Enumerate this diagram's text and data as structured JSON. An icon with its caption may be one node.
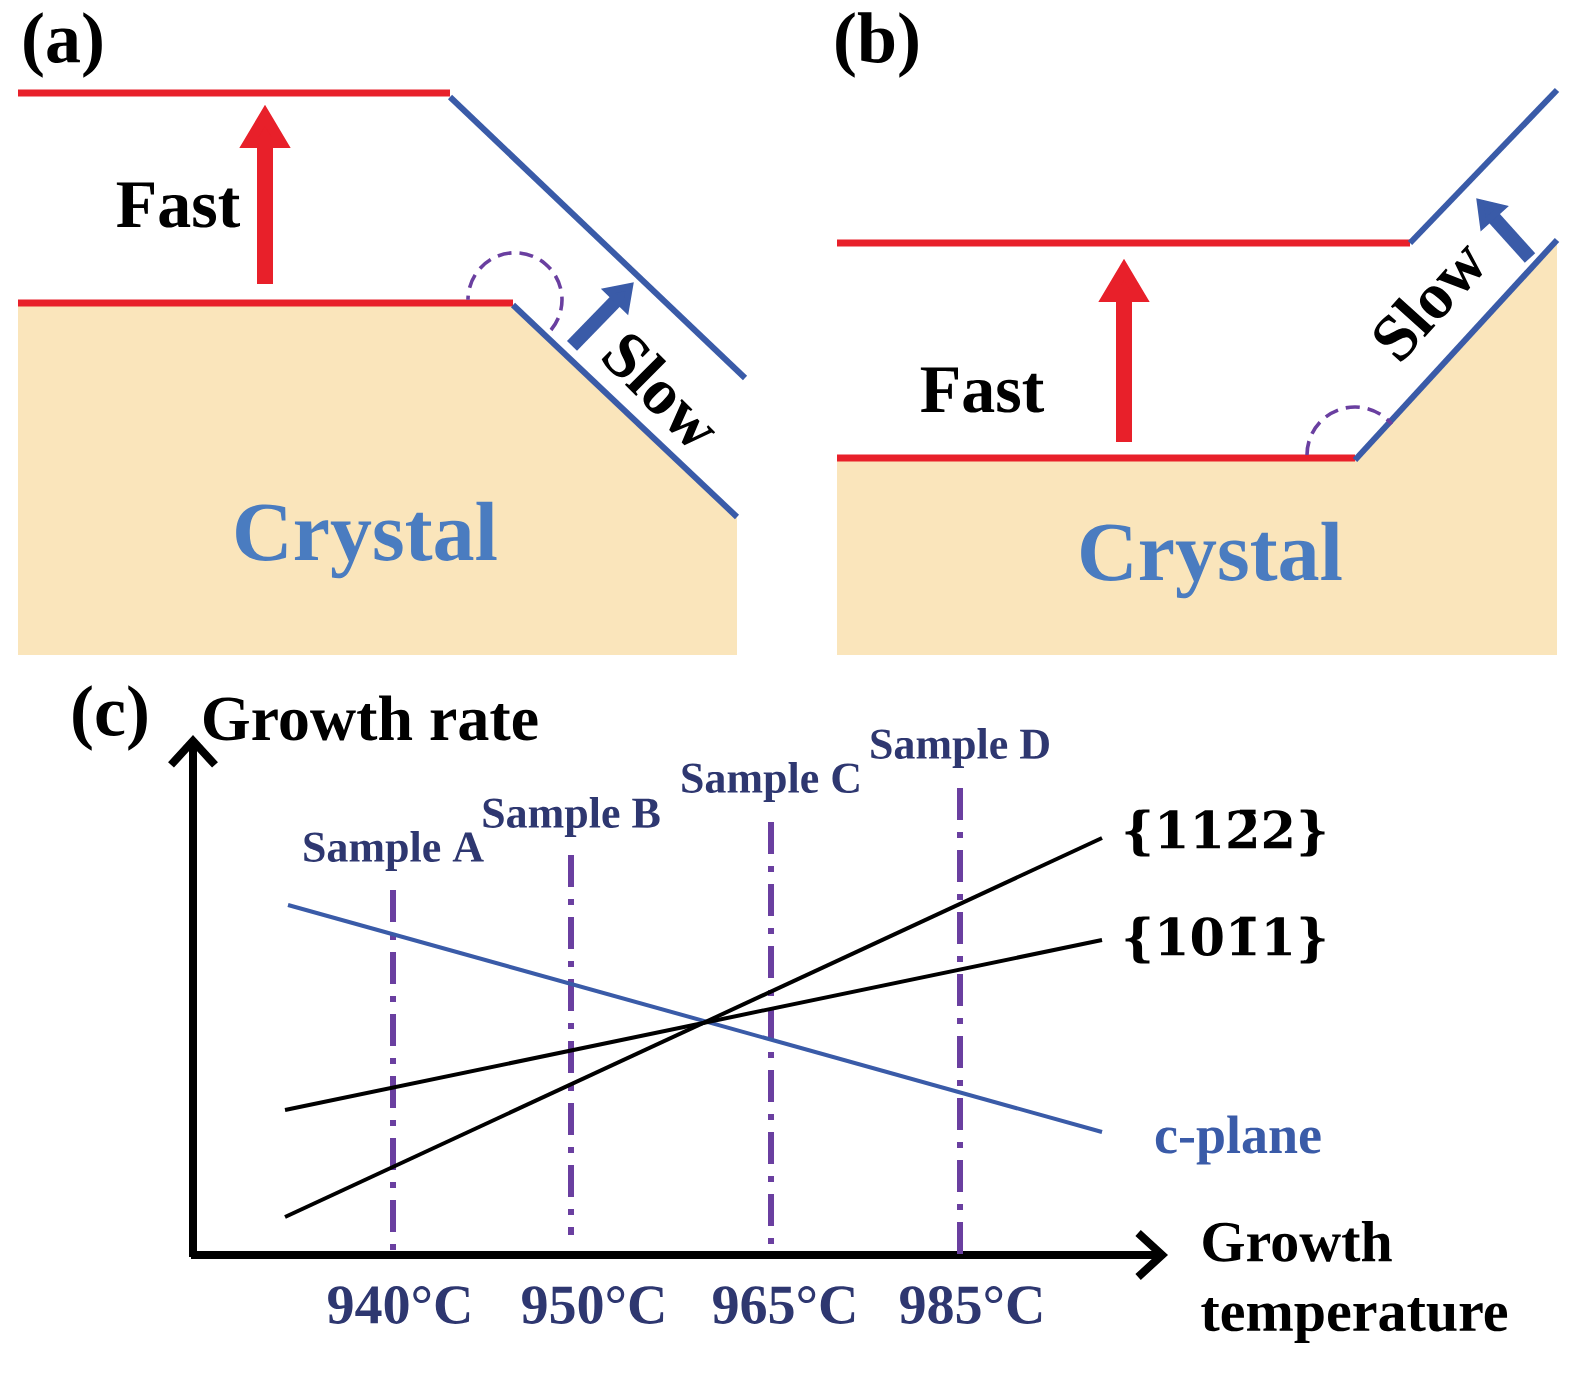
{
  "diagram": {
    "labels": [
      "(a)",
      "Fast",
      "Slow",
      "Crystal",
      "(b)",
      "Fast",
      "Slow",
      "Crystal",
      "(c)",
      "Growth rate",
      "Sample A",
      "Sample B",
      "Sample C",
      "Sample D",
      "{112̄2}",
      "{101̄1}",
      "c-plane",
      "940°C",
      "950°C",
      "965°C",
      "985°C",
      "Growth temperature"
    ]
  }
}
